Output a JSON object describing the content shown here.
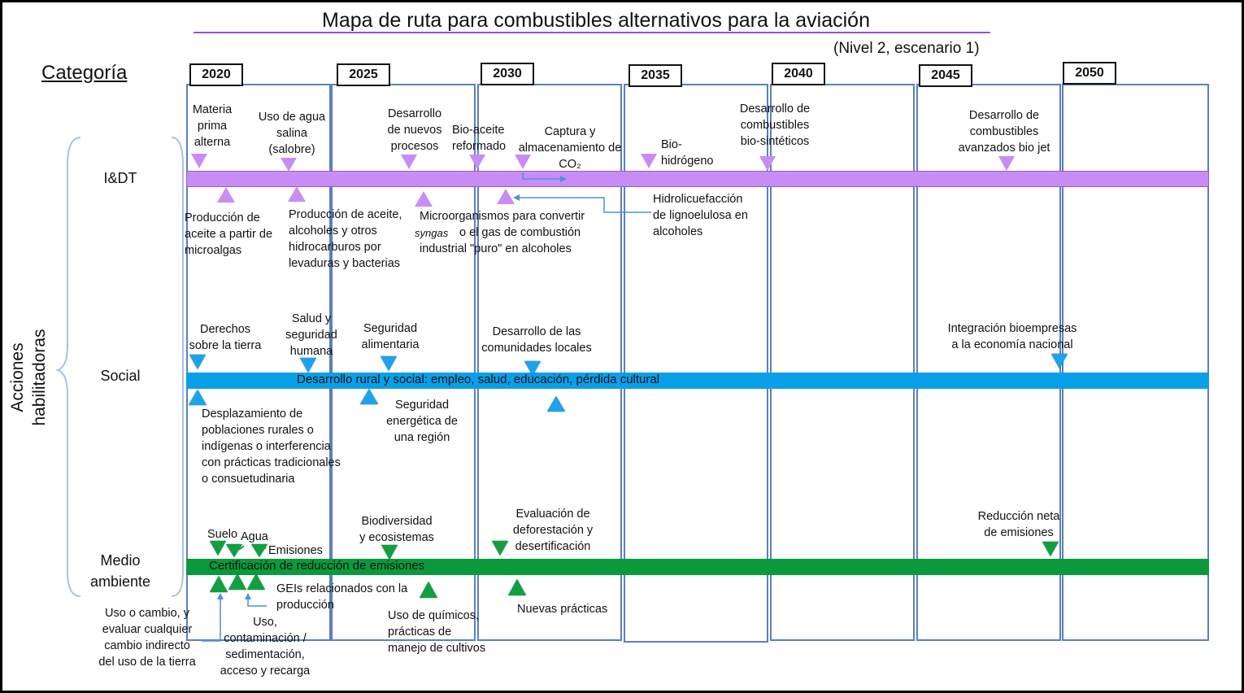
{
  "title": "Mapa de ruta para combustibles alternativos para la aviación",
  "subtitle": "(Nivel 2, escenario 1)",
  "category_label": "Categoría",
  "side_label": "Acciones habilitadoras",
  "years": [
    "2020",
    "2025",
    "2030",
    "2035",
    "2040",
    "2045",
    "2050"
  ],
  "rows": {
    "id": "I&DT",
    "social": "Social",
    "env_line1": "Medio",
    "env_line2": "ambiente"
  },
  "bars": {
    "social": "Desarrollo rural y social: empleo, salud, educación, pérdida cultural",
    "env": "Certificación de reducción de emisiones"
  },
  "colors": {
    "id_bar": "#c88df5",
    "social_bar": "#0aa0e8",
    "env_bar": "#0a9a3c",
    "id_triangle": "#c88df5",
    "social_triangle": "#1ca3ec",
    "env_triangle": "#10a040",
    "column_border": "#5b7fbe",
    "title_rule": "#9b4fd6"
  },
  "id_above": {
    "materia": [
      "Materia",
      "prima",
      "alterna"
    ],
    "agua": [
      "Uso de agua",
      "salina",
      "(salobre)"
    ],
    "procesos": [
      "Desarrollo",
      "de nuevos",
      "procesos"
    ],
    "bioaceite": [
      "Bio-aceite",
      "reformado"
    ],
    "captura": [
      "Captura y",
      "almacenamiento de",
      "CO₂"
    ],
    "biohidrogeno": [
      "Bio-",
      "hidrógeno"
    ],
    "biosinteticos": [
      "Desarrollo de",
      "combustibles",
      "bio-sintéticos"
    ],
    "biojet": [
      "Desarrollo de",
      "combustibles",
      "avanzados bio jet"
    ]
  },
  "id_below": {
    "microalgas": [
      "Producción de",
      "aceite a partir de",
      "microalgas"
    ],
    "levaduras": [
      "Producción de aceite,",
      "alcoholes y otros",
      "hidrocarburos por",
      "levaduras y bacterias"
    ],
    "micro1": "Microorganismos para convertir",
    "syngas": "syngas",
    "micro2": "o el gas de combustión",
    "micro3": "industrial \"puro\" en alcoholes",
    "hidrolicue": [
      "Hidrolicuefacción",
      "de lignoelulosa en",
      "alcoholes"
    ]
  },
  "social_above": {
    "derechos": [
      "Derechos",
      "sobre la tierra"
    ],
    "salud": [
      "Salud y",
      "seguridad",
      "humana"
    ],
    "seguridad_alim": [
      "Seguridad",
      "alimentaria"
    ],
    "comunidades": [
      "Desarrollo de las",
      "comunidades locales"
    ],
    "integracion": [
      "Integración bioempresas",
      "a la economía nacional"
    ]
  },
  "social_below": {
    "desplazamiento": [
      "Desplazamiento de",
      "poblaciones rurales o",
      "indígenas o interferencia",
      "con prácticas tradicionales",
      "o consuetudinaria"
    ],
    "energetica": [
      "Seguridad",
      "energética de",
      "una región"
    ]
  },
  "env_above": {
    "suelo": "Suelo",
    "agua": "Agua",
    "emisiones": "Emisiones",
    "biodiversidad": [
      "Biodiversidad",
      "y ecosistemas"
    ],
    "deforestacion": [
      "Evaluación de",
      "deforestación y",
      "desertificación"
    ],
    "reduccion": [
      "Reducción neta",
      "de emisiones"
    ]
  },
  "env_below": {
    "geis": [
      "GEIs relacionados con la",
      "producción"
    ],
    "quimicos": [
      "Uso de químicos,",
      "prácticas de",
      "manejo de cultivos"
    ],
    "nuevas": "Nuevas prácticas",
    "uso_cambio": [
      "Uso o cambio, y",
      "evaluar cualquier",
      "cambio indirecto",
      "del uso de la tierra"
    ],
    "uso_agua": [
      "Uso,",
      "contaminación /",
      "sedimentación,",
      "acceso y recarga"
    ]
  }
}
